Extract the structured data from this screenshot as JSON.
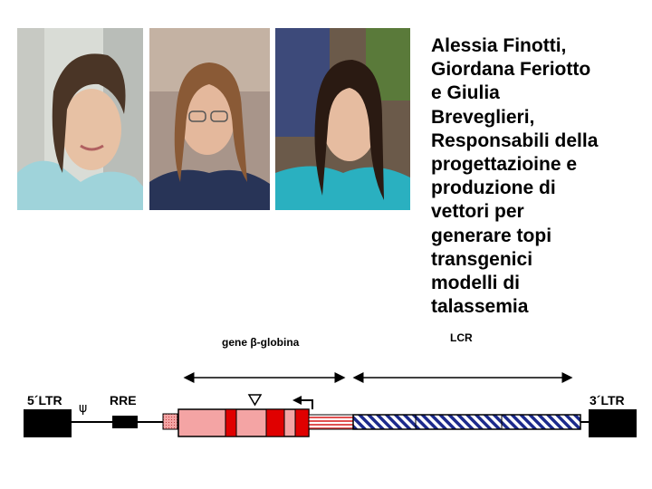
{
  "caption": "Alessia Finotti,\nGiordana Feriotto\ne Giulia\nBreveglieri,\nResponsabili della\nprogettazioine e\nproduzione di\nvettori per\ngenerare topi\ntransgenici\nmodelli di\ntalassemia",
  "photos": [
    {
      "name": "portrait-alessia-finotti"
    },
    {
      "name": "portrait-giordana-feriotto"
    },
    {
      "name": "portrait-giulia-breveglieri"
    }
  ],
  "diagram": {
    "gene_label": "gene β-globina",
    "lcr_label": "LCR",
    "ltr5_label": "5´LTR",
    "psi_label": "ψ",
    "rre_label": "RRE",
    "ltr3_label": "3´LTR",
    "colors": {
      "exon_fill": "#f4a4a4",
      "exon_dark": "#e00000",
      "lcr_stripe": "#1c2a8c",
      "ltr_fill": "#000000"
    }
  }
}
